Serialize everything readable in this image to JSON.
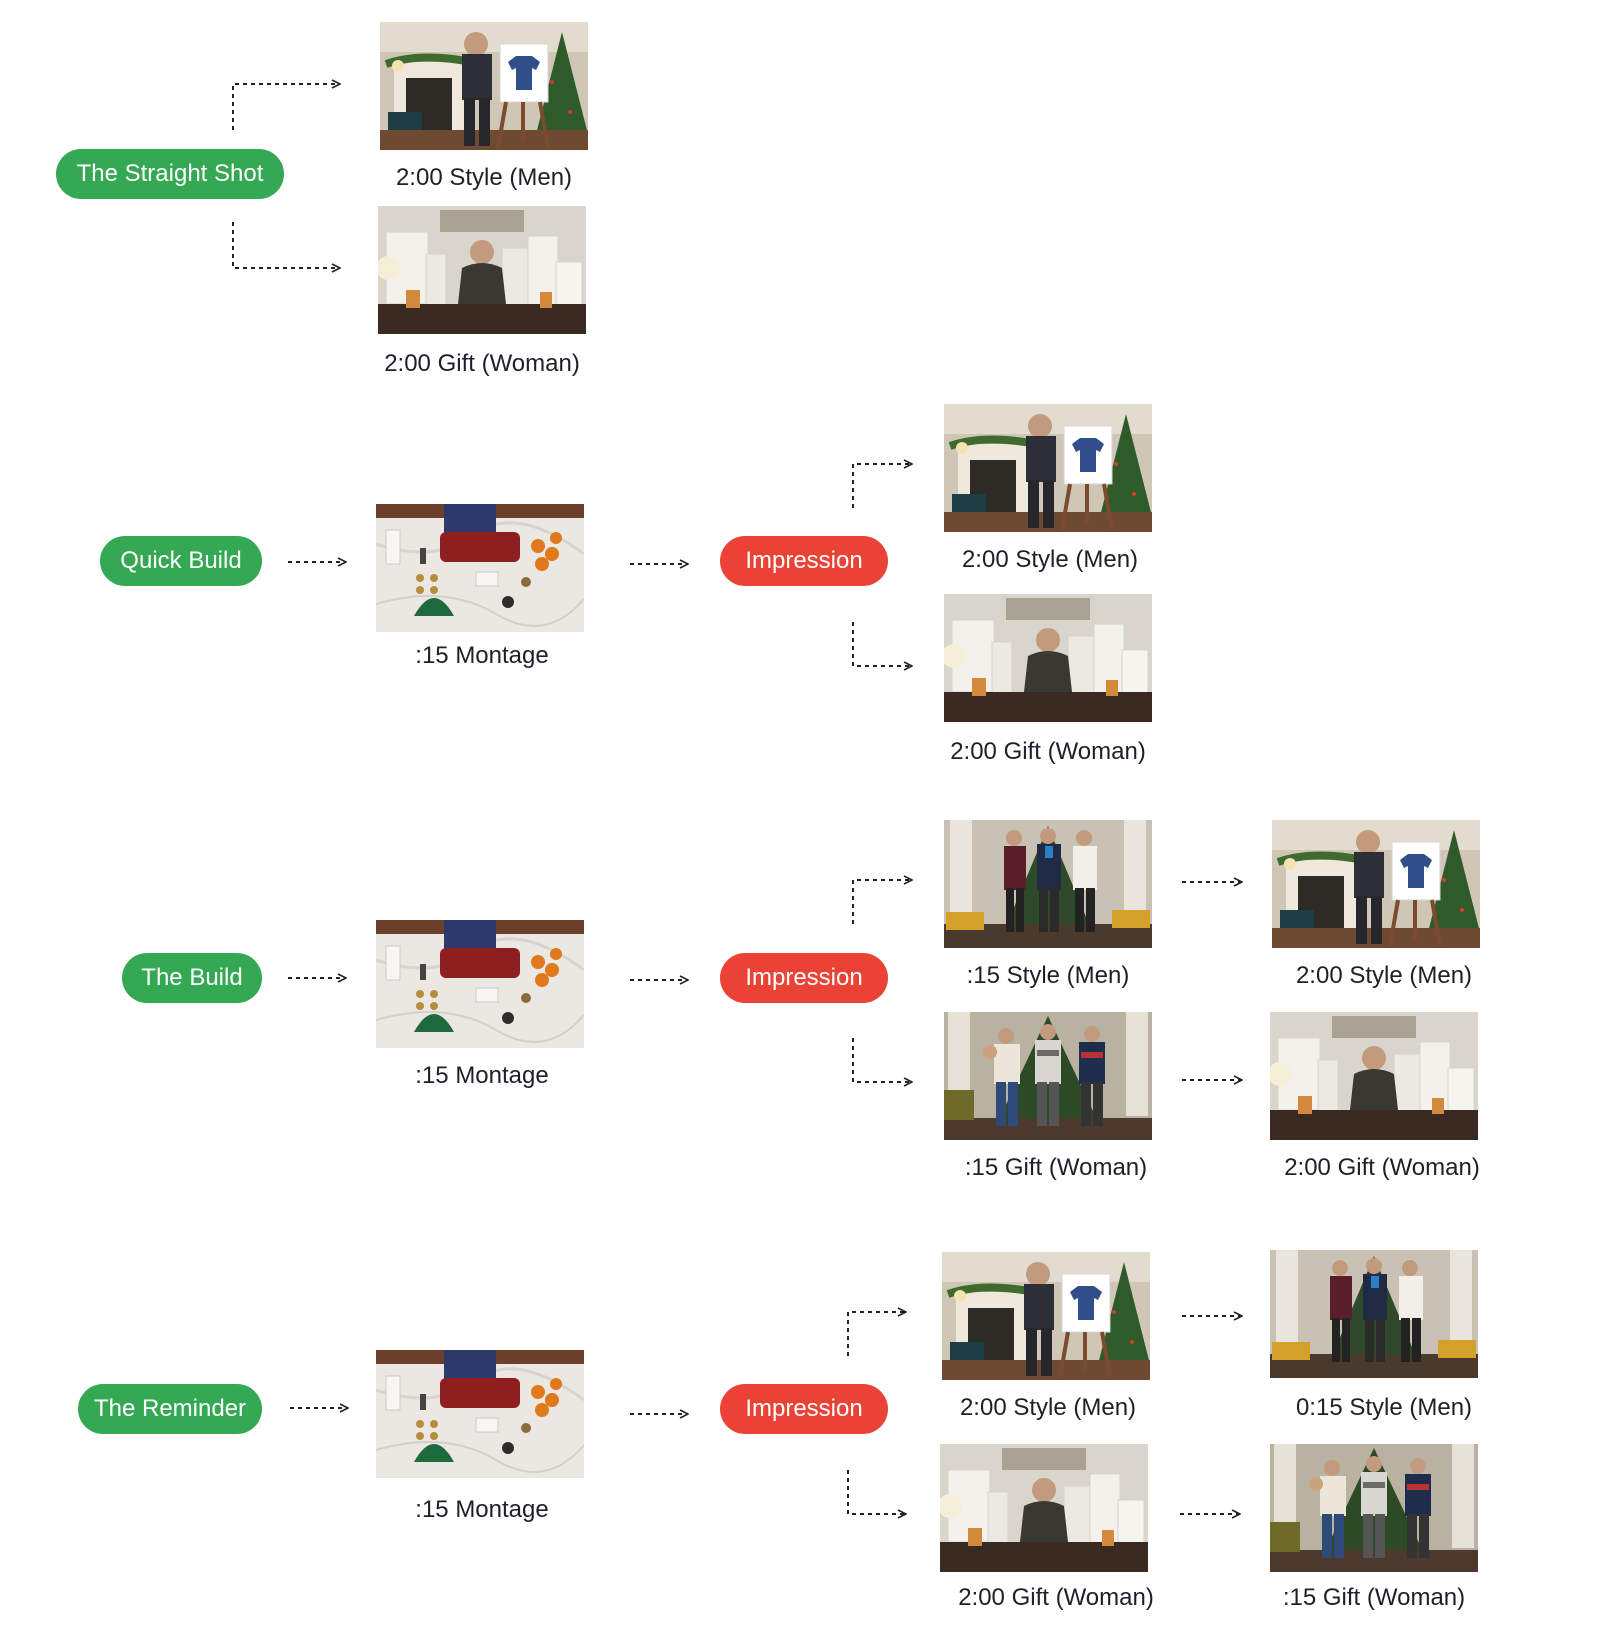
{
  "rows": {
    "straight_shot": {
      "label": "The Straight Shot",
      "style_men": ":2:00 Style (Men)",
      "gift_woman": "2:00 Gift (Woman)"
    },
    "quick_build": {
      "label": "Quick Build",
      "montage": ":15 Montage",
      "impression": "Impression",
      "style_men": "2:00 Style (Men)",
      "gift_woman": "2:00 Gift (Woman)"
    },
    "the_build": {
      "label": "The Build",
      "montage": ":15 Montage",
      "impression": "Impression",
      "style_men_15": ":15 Style (Men)",
      "gift_woman_15": ":15 Gift (Woman)",
      "style_men_200": "2:00 Style (Men)",
      "gift_woman_200": "2:00 Gift (Woman)"
    },
    "the_reminder": {
      "label": "The Reminder",
      "montage": ":15 Montage",
      "impression": "Impression",
      "style_men_200": "2:00 Style (Men)",
      "gift_woman_200": "2:00 Gift (Woman)",
      "style_men_015": "0:15 Style (Men)",
      "gift_woman_15": ":15 Gift (Woman)"
    }
  },
  "colors": {
    "strategy_pill": "#34a853",
    "impression_pill": "#ea4335",
    "arrow": "#222222",
    "caption": "#1f1f2b"
  }
}
